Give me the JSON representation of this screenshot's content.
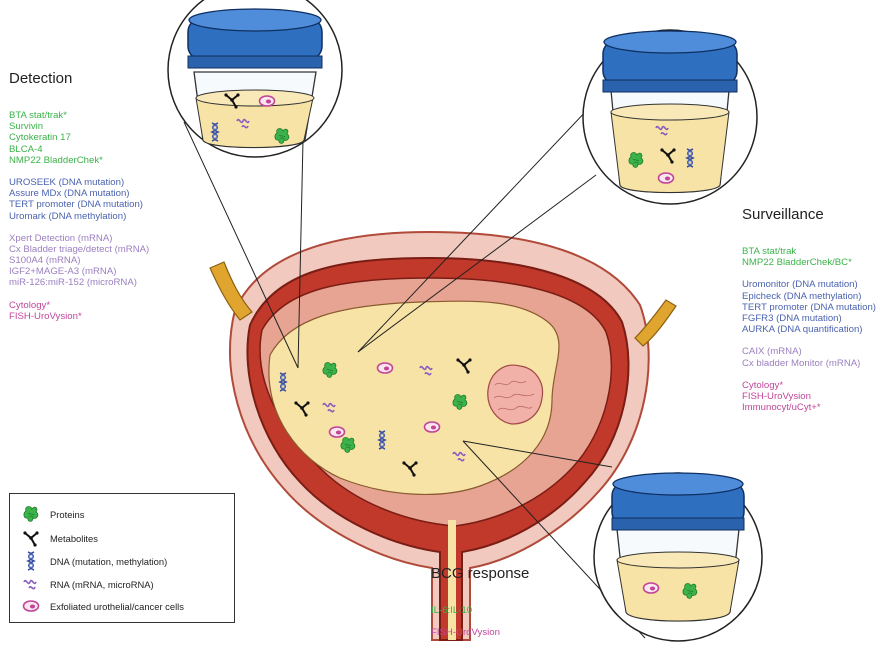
{
  "detection": {
    "title": "Detection",
    "groups": [
      {
        "color": "#3bb34a",
        "items": [
          "BTA stat/trak*",
          "Survivin",
          "Cytokeratin 17",
          "BLCA-4",
          "NMP22 BladderChek*"
        ]
      },
      {
        "color": "#4a63b0",
        "items": [
          "UROSEEK (DNA mutation)",
          "Assure MDx (DNA mutation)",
          "TERT promoter (DNA mutation)",
          "Uromark (DNA methylation)"
        ]
      },
      {
        "color": "#9b7fc0",
        "items": [
          "Xpert Detection (mRNA)",
          "Cx Bladder triage/detect (mRNA)",
          "S100A4 (mRNA)",
          "IGF2+MAGE-A3 (mRNA)",
          "miR-126:miR-152 (microRNA)"
        ]
      },
      {
        "color": "#c2459a",
        "items": [
          "Cytology*",
          "FISH-UroVysion*"
        ]
      }
    ]
  },
  "surveillance": {
    "title": "Surveillance",
    "groups": [
      {
        "color": "#3bb34a",
        "items": [
          "BTA stat/trak",
          "NMP22 BladderChek/BC*"
        ]
      },
      {
        "color": "#4a63b0",
        "items": [
          "Uromonitor (DNA mutation)",
          "Epicheck (DNA methylation)",
          "TERT promoter (DNA mutation)",
          "FGFR3 (DNA mutation)",
          "AURKA (DNA quantification)"
        ]
      },
      {
        "color": "#9b7fc0",
        "items": [
          "CAIX (mRNA)",
          "Cx bladder Monitor (mRNA)"
        ]
      },
      {
        "color": "#c2459a",
        "items": [
          "Cytology*",
          "FISH-UroVysion",
          "Immunocyt/uCyt+*"
        ]
      }
    ]
  },
  "bcg": {
    "title": "BCG response",
    "groups": [
      {
        "color": "#3bb34a",
        "items": [
          "IL-6:IL-10"
        ]
      },
      {
        "color": "#c2459a",
        "items": [
          "FISH-UroVysion"
        ]
      }
    ]
  },
  "legend": {
    "items": [
      {
        "icon": "protein-icon",
        "label": "Proteins"
      },
      {
        "icon": "metabolite-icon",
        "label": "Metabolites"
      },
      {
        "icon": "dna-icon",
        "label": "DNA (mutation, methylation)"
      },
      {
        "icon": "rna-icon",
        "label": "RNA (mRNA, microRNA)"
      },
      {
        "icon": "cell-icon",
        "label": "Exfoliated urothelial/cancer cells"
      }
    ]
  },
  "colors": {
    "protein": "#3bb34a",
    "dna": "#4a63b0",
    "rna": "#9b7fc0",
    "cell": "#c2459a",
    "urine": "#f7e3a6",
    "bladder_wall": "#c0392b",
    "lid": "#2f6fc0"
  }
}
